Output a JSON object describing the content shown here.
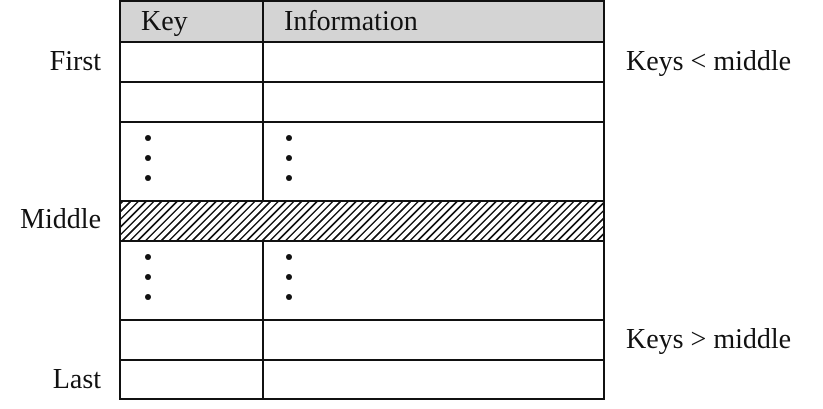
{
  "diagram": {
    "type": "binary-search-table",
    "header": {
      "key": "Key",
      "information": "Information"
    },
    "left_labels": {
      "first": "First",
      "middle": "Middle",
      "last": "Last"
    },
    "right_labels": {
      "upper": "Keys < middle",
      "lower": "Keys > middle"
    },
    "rows": [
      {
        "kind": "header"
      },
      {
        "kind": "entry",
        "label": "First"
      },
      {
        "kind": "entry"
      },
      {
        "kind": "ellipsis"
      },
      {
        "kind": "middle-hatched",
        "label": "Middle"
      },
      {
        "kind": "ellipsis"
      },
      {
        "kind": "entry"
      },
      {
        "kind": "entry",
        "label": "Last"
      }
    ],
    "colors": {
      "header_bg": "#d4d4d4",
      "line": "#111111",
      "background": "#ffffff"
    }
  }
}
